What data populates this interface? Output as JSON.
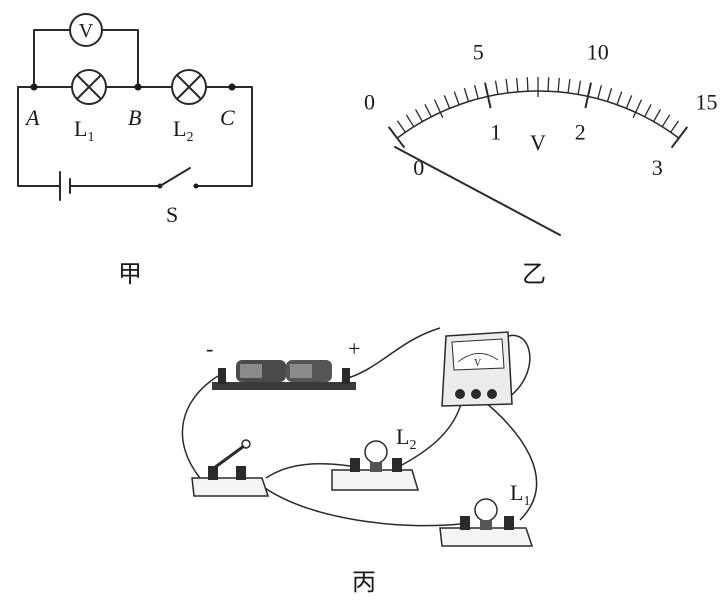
{
  "figure_a": {
    "caption": "甲",
    "voltmeter_symbol": "V",
    "node_a": "A",
    "node_b": "B",
    "node_c": "C",
    "lamp1_letter": "L",
    "lamp1_sub": "1",
    "lamp2_letter": "L",
    "lamp2_sub": "2",
    "switch_label": "S"
  },
  "figure_b": {
    "caption": "乙",
    "unit": "V",
    "upper_scale": [
      "0",
      "5",
      "10",
      "15"
    ],
    "lower_scale": [
      "0",
      "1",
      "2",
      "3"
    ]
  },
  "figure_c": {
    "caption": "丙",
    "battery_minus": "-",
    "battery_plus": "+",
    "lamp2_letter": "L",
    "lamp2_sub": "2",
    "lamp1_letter": "L",
    "lamp1_sub": "1",
    "meter_symbol": "V"
  }
}
